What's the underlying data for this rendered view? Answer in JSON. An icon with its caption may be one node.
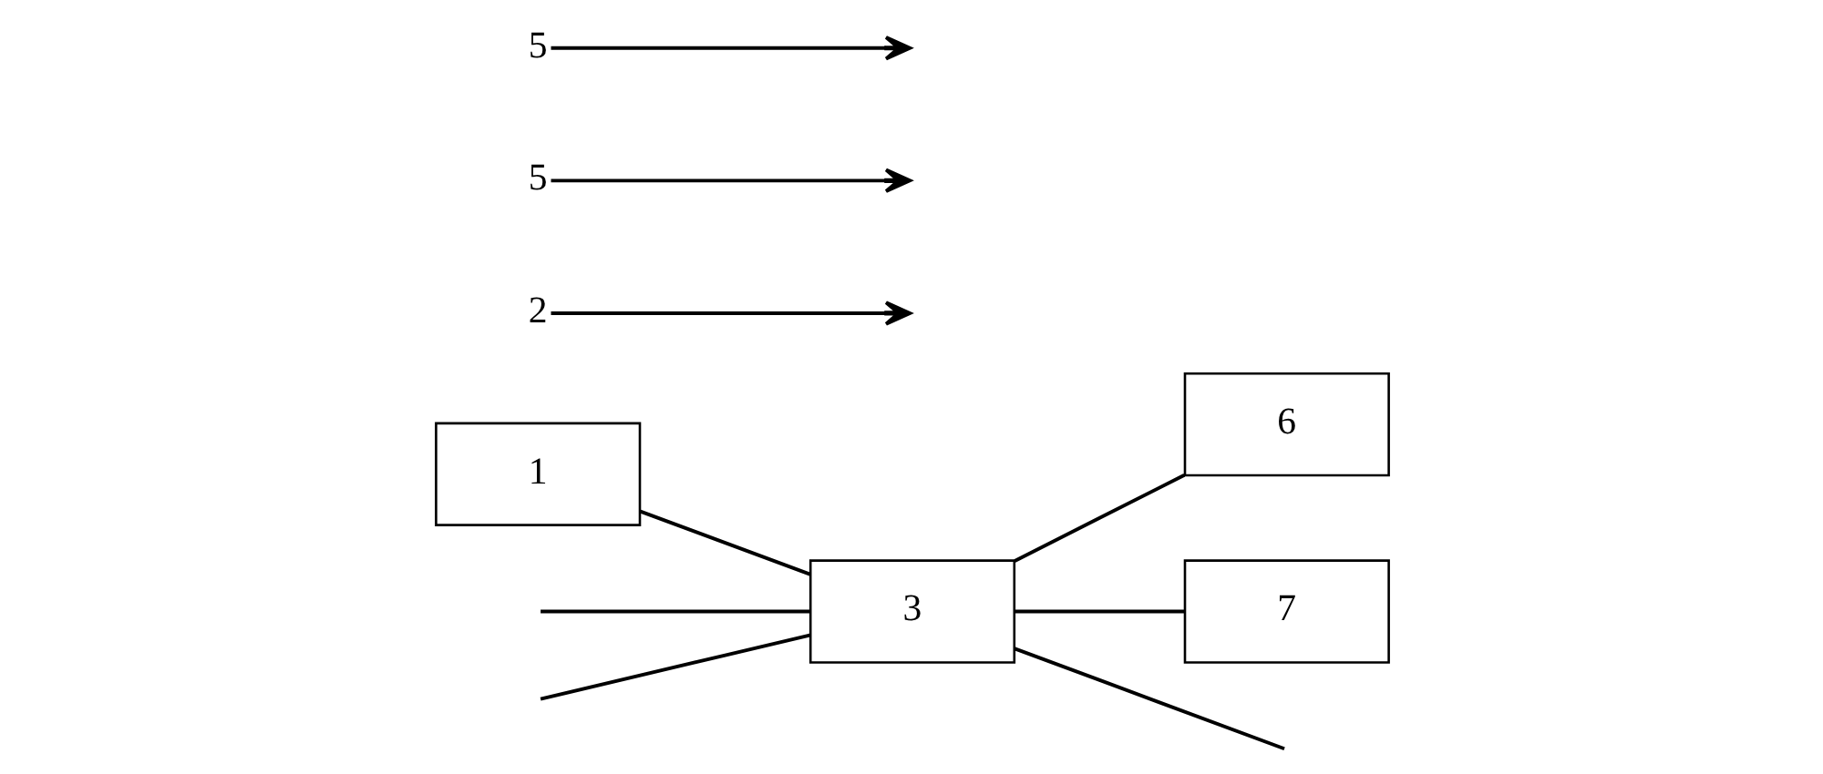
{
  "diagram": {
    "nodes": [
      {
        "text": [
          "1"
        ]
      },
      {
        "text": [
          "2"
        ]
      },
      {
        "text": [
          "3"
        ]
      },
      {
        "text": [
          "6"
        ]
      },
      {
        "text": [
          "5"
        ]
      },
      {
        "text": [
          "5"
        ]
      },
      {
        "text": [
          "7"
        ]
      }
    ],
    "edges": [
      {
        "from": 0,
        "to": 2,
        "arrow": "none"
      },
      {
        "from": null,
        "to": 2,
        "arrow": "none"
      },
      {
        "from": null,
        "to": 2,
        "arrow": "none"
      },
      {
        "from": 2,
        "to": 3,
        "arrow": "none"
      },
      {
        "from": 2,
        "to": null,
        "arrow": "none"
      },
      {
        "from": 2,
        "to": 6,
        "arrow": "none"
      },
      {
        "from": 1,
        "to": null,
        "arrow": "to"
      },
      {
        "from": 4,
        "to": null,
        "arrow": "to"
      },
      {
        "from": 5,
        "to": null,
        "arrow": "to"
      }
    ]
  }
}
